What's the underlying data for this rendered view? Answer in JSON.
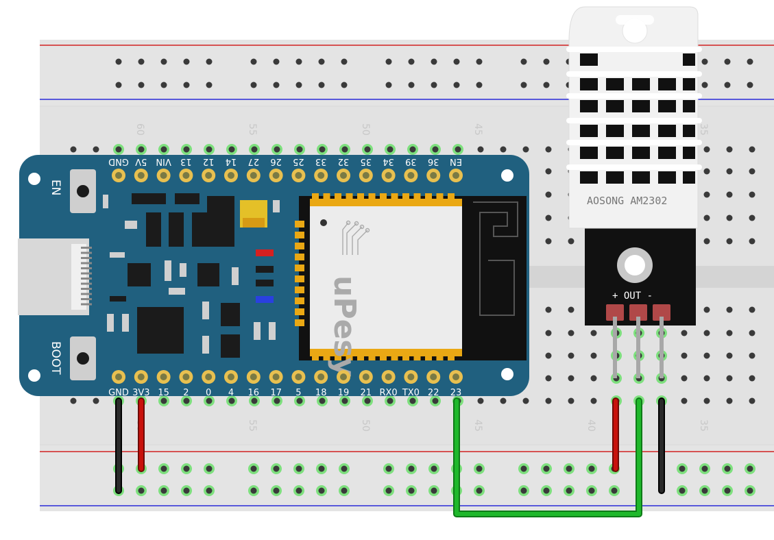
{
  "breadboard": {
    "row_labels": [
      "60",
      "55",
      "50",
      "45",
      "40",
      "35"
    ]
  },
  "esp32": {
    "top_pins": [
      "GND",
      "5V",
      "VIN",
      "13",
      "12",
      "14",
      "27",
      "26",
      "25",
      "33",
      "32",
      "35",
      "34",
      "39",
      "36",
      "EN"
    ],
    "bottom_pins": [
      "GND",
      "3V3",
      "15",
      "2",
      "0",
      "4",
      "16",
      "17",
      "5",
      "18",
      "19",
      "21",
      "RX0",
      "TX0",
      "22",
      "23"
    ],
    "en_button_label": "EN",
    "boot_button_label": "BOOT",
    "module_logo": "uPesy"
  },
  "sensor": {
    "model_label": "AOSONG AM2302",
    "module_pin_label": "+ OUT -"
  },
  "wires": [
    {
      "name": "gnd-wire",
      "color": "#1a1a1a"
    },
    {
      "name": "3v3-wire",
      "color": "#c8120c"
    },
    {
      "name": "data-wire",
      "color": "#1fb82b"
    },
    {
      "name": "sensor-power-wire",
      "color": "#c8120c"
    },
    {
      "name": "sensor-data-wire",
      "color": "#1fb82b"
    },
    {
      "name": "sensor-ground-wire",
      "color": "#1a1a1a"
    }
  ],
  "colors": {
    "board": "#20607f",
    "breadboard": "#e3e3e3",
    "rail_red": "#d22020",
    "rail_blue": "#2a2ad8",
    "active_hole": "#7ee07e"
  }
}
